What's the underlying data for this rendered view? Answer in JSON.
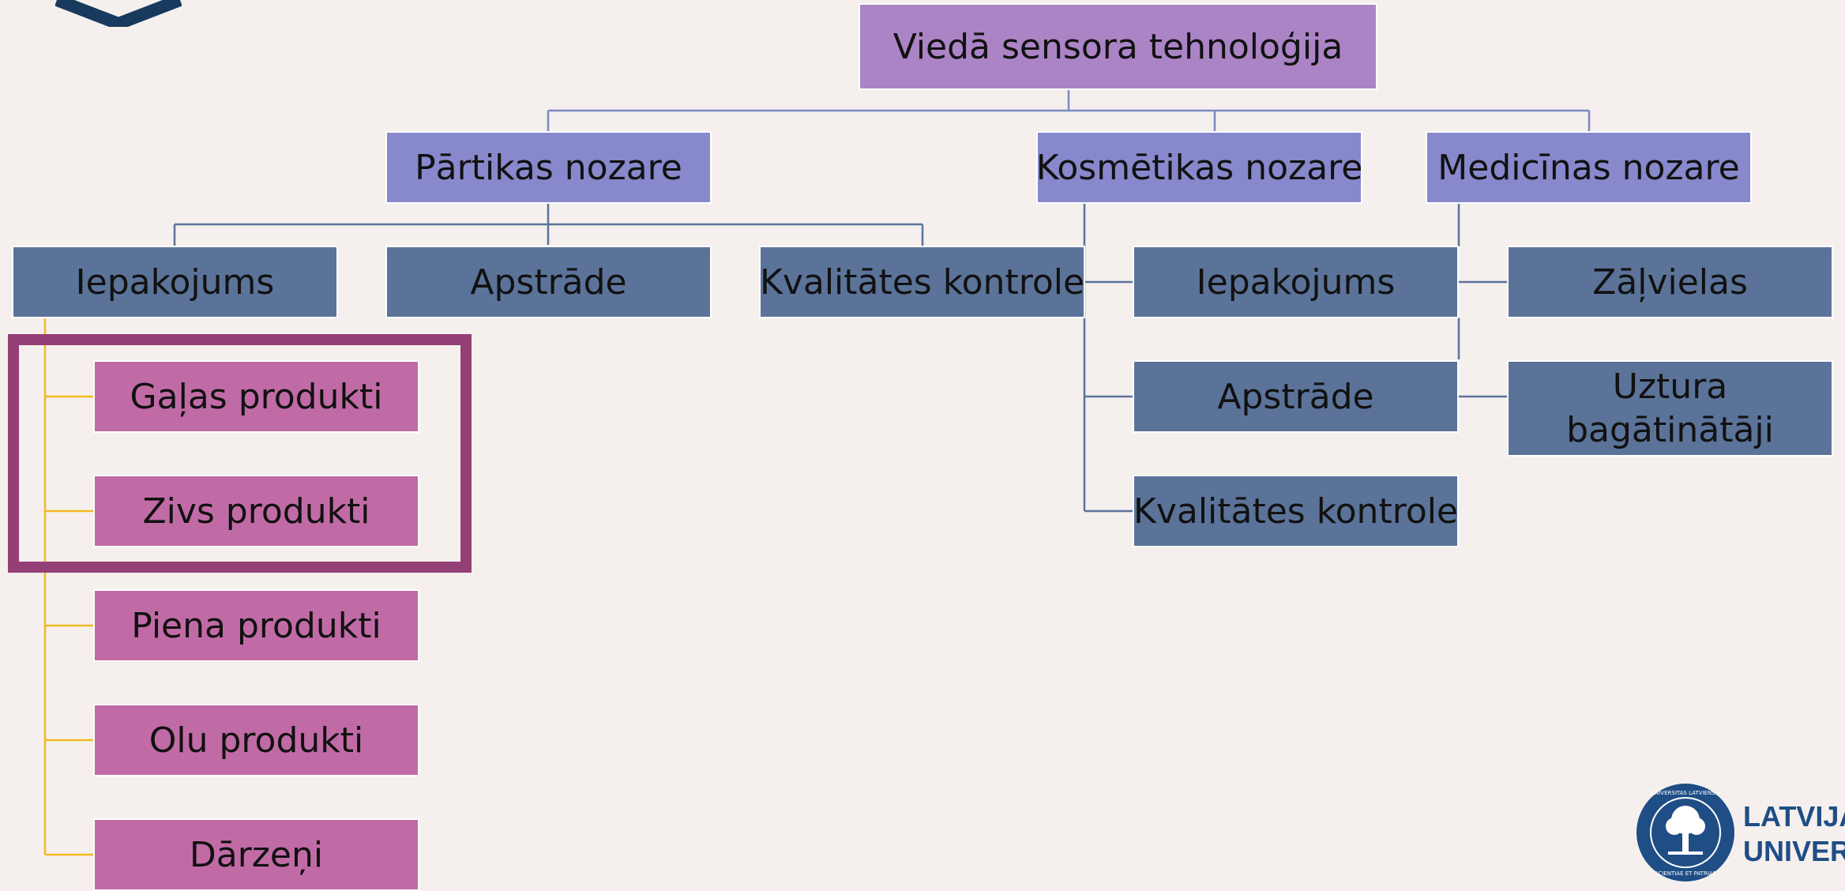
{
  "root": {
    "label": "Viedā sensora tehnoloģija"
  },
  "sectors": {
    "food": "Pārtikas nozare",
    "cosmetics": "Kosmētikas nozare",
    "medicine": "Medicīnas nozare"
  },
  "food_branches": {
    "packaging": "Iepakojums",
    "processing": "Apstrāde",
    "quality": "Kvalitātes kontrole"
  },
  "cosmetics_branches": {
    "packaging": "Iepakojums",
    "processing": "Apstrāde",
    "quality": "Kvalitātes kontrole"
  },
  "medicine_branches": {
    "drugs": "Zāļvielas",
    "supplements": "Uztura bagātinātāji"
  },
  "packaging_products": [
    "Gaļas produkti",
    "Zivs produkti",
    "Piena produkti",
    "Olu produkti",
    "Dārzeņi"
  ],
  "logo": {
    "line1": "LATVIJA",
    "line2": "UNIVERS",
    "seal_top": "UNIVERSITAS LATVIENSIS",
    "seal_bottom": "SCIENTIAE ET PATRIAE"
  },
  "colors": {
    "root": "#ab84c6",
    "sector": "#8888cc",
    "branch": "#5b7399",
    "product": "#c16ba6",
    "highlight": "#953f77",
    "connector_tree": "#7a8ac0",
    "connector_products": "#f4b922",
    "brand_blue": "#1f4e86"
  }
}
